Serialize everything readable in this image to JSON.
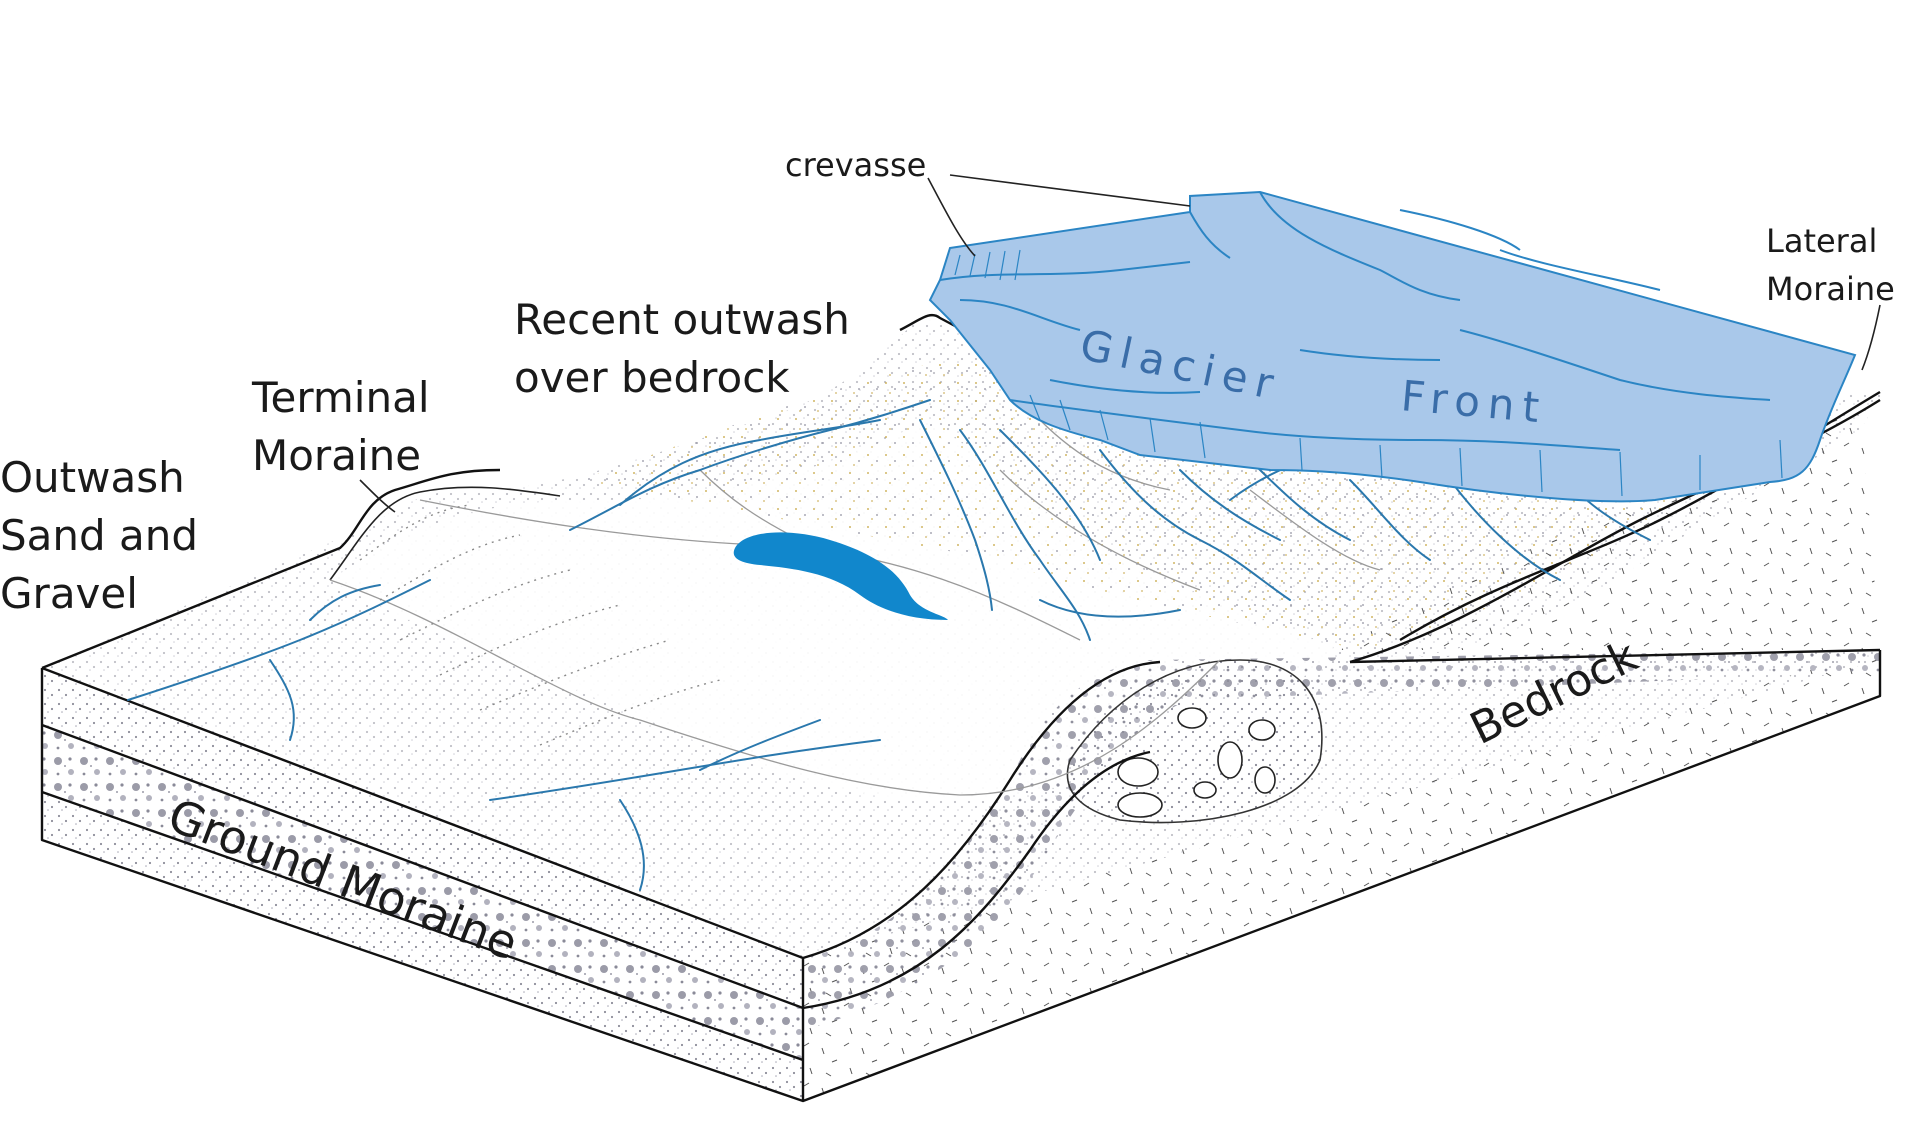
{
  "labels": {
    "crevasse": "crevasse",
    "lateral_moraine_1": "Lateral",
    "lateral_moraine_2": "Moraine",
    "recent_outwash_1": "Recent outwash",
    "recent_outwash_2": "over bedrock",
    "terminal_moraine_1": "Terminal",
    "terminal_moraine_2": "Moraine",
    "outwash_1": "Outwash",
    "outwash_2": "Sand and",
    "outwash_3": "Gravel",
    "glacier": "Glacier",
    "front": "Front",
    "bedrock": "Bedrock",
    "ground_moraine": "Ground Moraine"
  },
  "colors": {
    "ice": "#a9c8ea",
    "ice_edge": "#2b85c4",
    "lake": "#1187cc",
    "river": "#2a78ad",
    "gravel": "#9a9aa8",
    "outline": "#111111"
  }
}
